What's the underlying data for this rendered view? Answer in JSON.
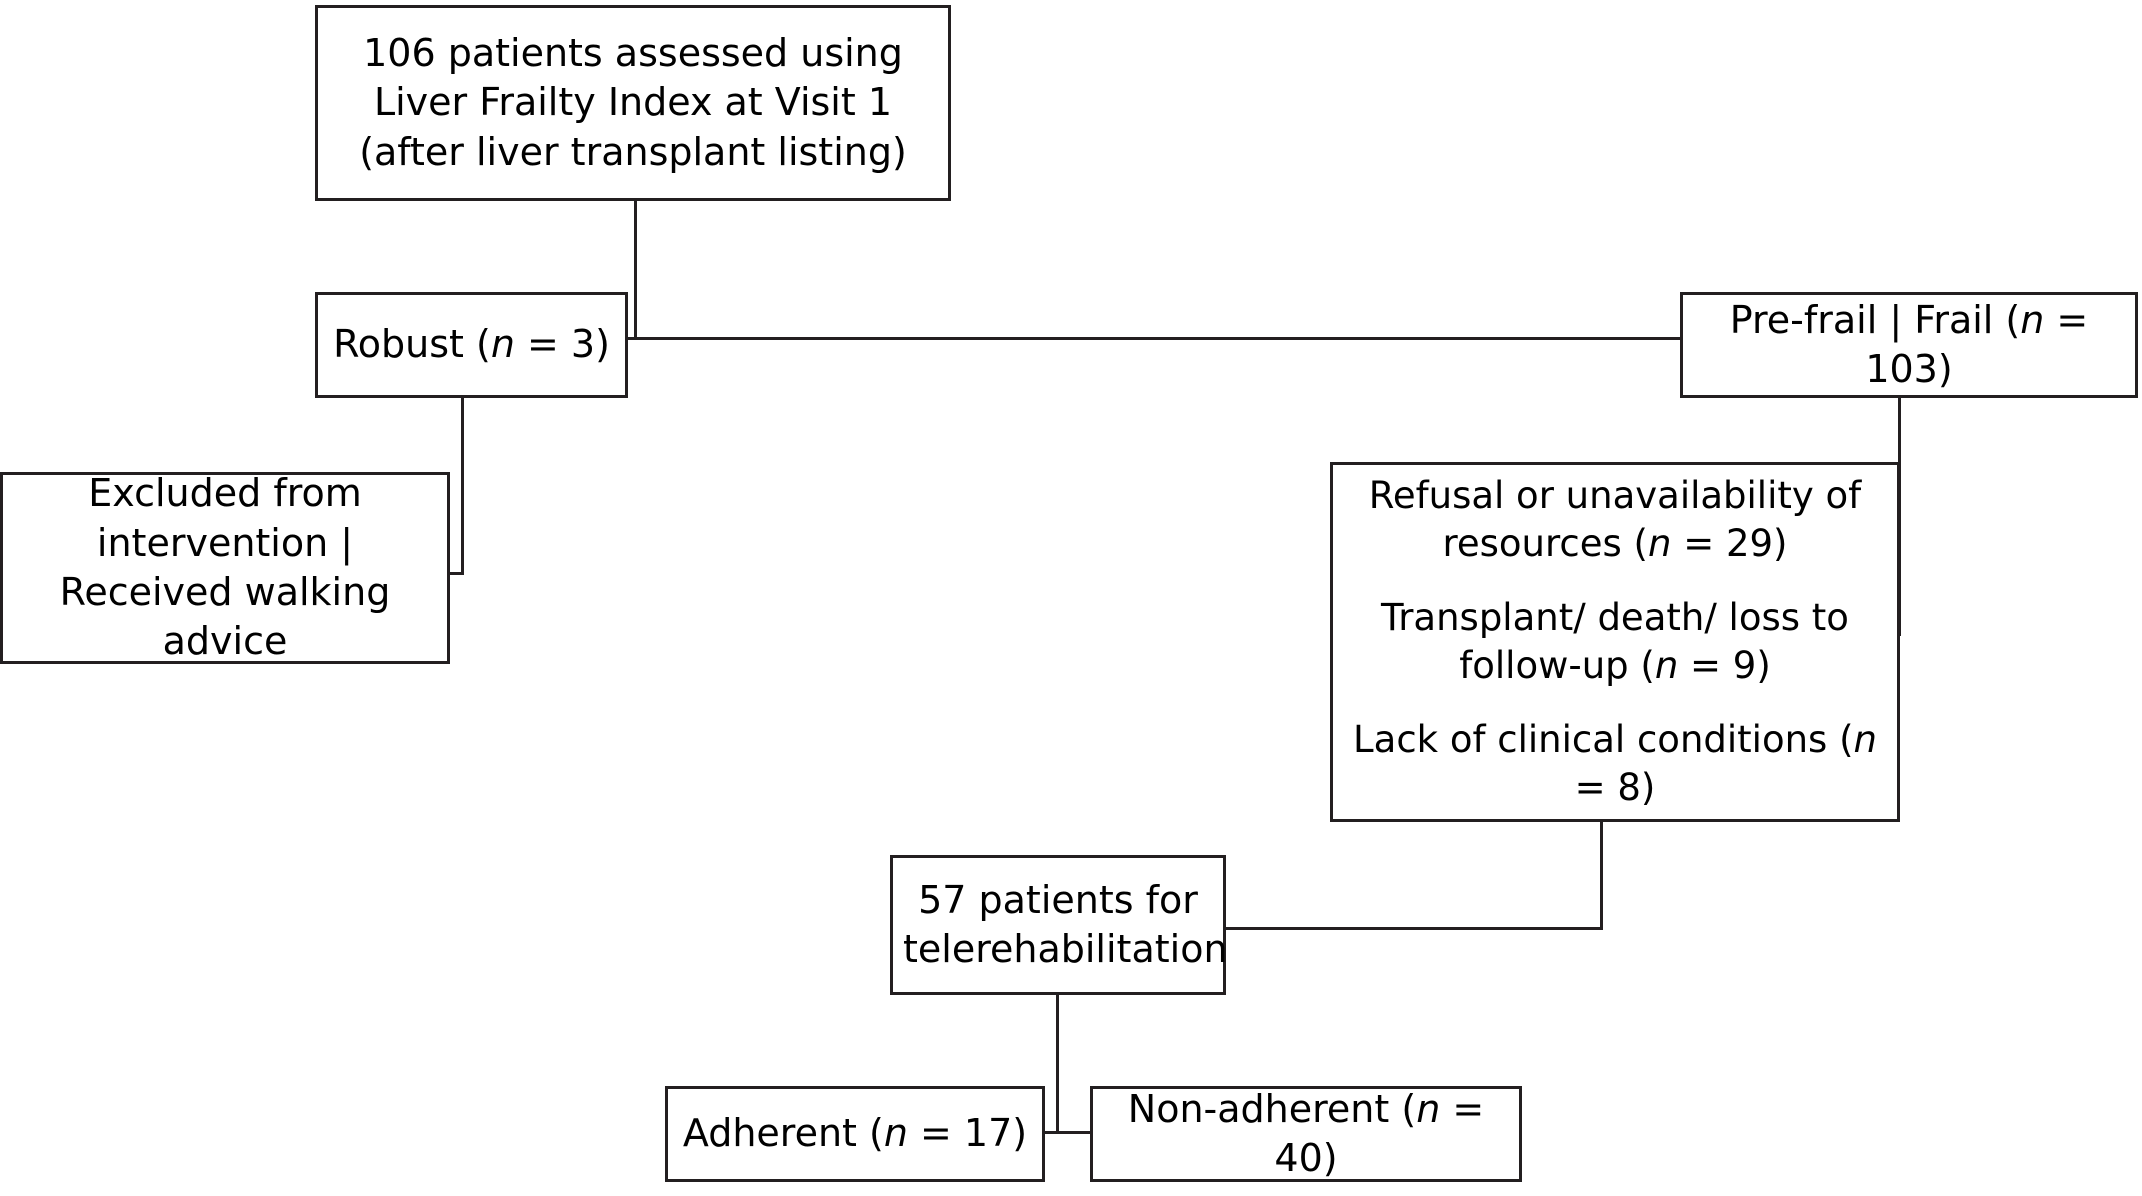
{
  "diagram": {
    "type": "flowchart",
    "title": "Patient flow through Liver Frailty Index assessment and telerehabilitation",
    "line_color": "#231f20",
    "background_color": "#ffffff",
    "nodes": {
      "assessed": {
        "id": "assessed",
        "text": "106 patients assessed using Liver Frailty Index at Visit 1 (after liver transplant listing)",
        "count": 106
      },
      "robust": {
        "id": "robust",
        "label": "Robust",
        "n_prefix": "Robust (",
        "n_symbol": "n",
        "n_suffix": " = 3)",
        "text": "Robust (n = 3)",
        "count": 3
      },
      "prefrail": {
        "id": "prefrail",
        "label": "Pre-frail | Frail",
        "n_prefix": "Pre-frail | Frail (",
        "n_symbol": "n",
        "n_suffix": " = 103)",
        "text": "Pre-frail | Frail (n = 103)",
        "count": 103
      },
      "excluded": {
        "id": "excluded",
        "text": "Excluded from intervention | Received walking advice"
      },
      "reasons": {
        "id": "reasons",
        "lines": [
          {
            "prefix": "Refusal or unavailability of resources (",
            "n_symbol": "n",
            "suffix": " = 29)",
            "text": "Refusal or unavailability of resources (n = 29)",
            "count": 29
          },
          {
            "prefix": "Transplant/ death/ loss to follow-up (",
            "n_symbol": "n",
            "suffix": " = 9)",
            "text": "Transplant/ death/ loss to follow-up (n = 9)",
            "count": 9
          },
          {
            "prefix": "Lack of clinical conditions (",
            "n_symbol": "n",
            "suffix": " = 8)",
            "text": "Lack of clinical conditions (n = 8)",
            "count": 8
          }
        ]
      },
      "telerehab": {
        "id": "telerehab",
        "text": "57 patients for telerehabilitation",
        "count": 57
      },
      "adherent": {
        "id": "adherent",
        "n_prefix": "Adherent (",
        "n_symbol": "n",
        "n_suffix": " = 17)",
        "text": "Adherent (n = 17)",
        "count": 17
      },
      "nonadherent": {
        "id": "nonadherent",
        "n_prefix": "Non-adherent (",
        "n_symbol": "n",
        "n_suffix": " = 40)",
        "text": "Non-adherent (n = 40)",
        "count": 40
      }
    },
    "edges": [
      {
        "from": "assessed",
        "to": "split"
      },
      {
        "from": "split",
        "to": "robust"
      },
      {
        "from": "split",
        "to": "prefrail"
      },
      {
        "from": "robust",
        "to": "excluded"
      },
      {
        "from": "prefrail",
        "to": "reasons"
      },
      {
        "from": "reasons",
        "to": "telerehab"
      },
      {
        "from": "telerehab",
        "to": "adherent"
      },
      {
        "from": "telerehab",
        "to": "nonadherent"
      }
    ]
  }
}
